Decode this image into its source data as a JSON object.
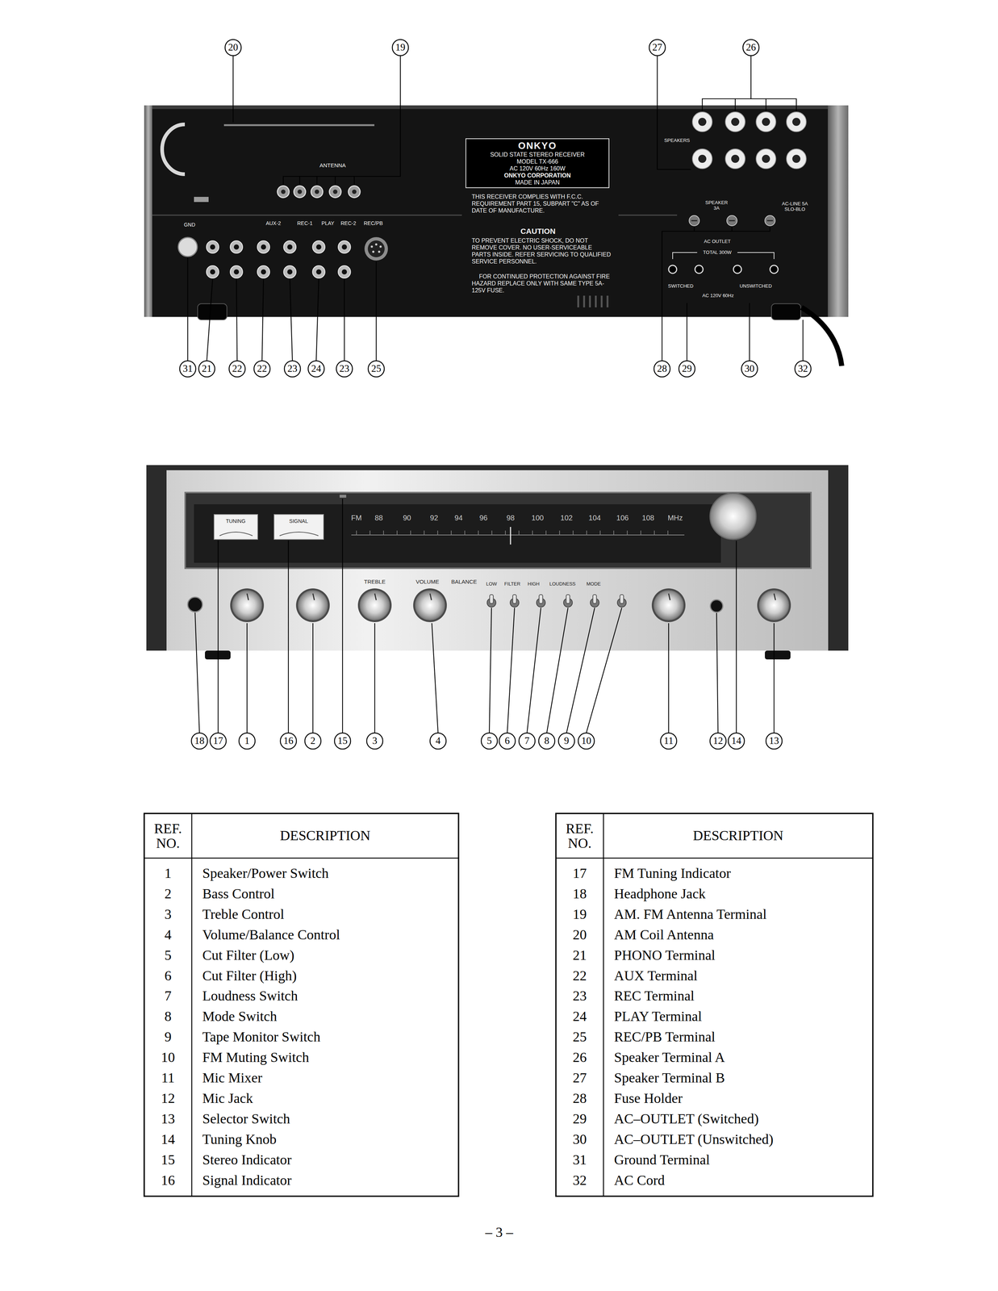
{
  "diagram": {
    "nodes": [
      {
        "text": [
          "ONKYO",
          "SOLID STATE STEREO RECEIVER",
          "MODEL TX-666",
          "AC 120V 60Hz 160W",
          "ONKYO CORPORATION",
          "MADE IN JAPAN"
        ]
      }
    ],
    "labels": [
      "ANTENNA",
      "THIS RECEIVER COMPLIES WITH F.C.C. REQUIREMENT PART 15, SUBPART \"C\" AS OF DATE OF MANUFACTURE.",
      "CAUTION",
      "TO PREVENT ELECTRIC SHOCK, DO NOT REMOVE COVER. NO USER-SERVICEABLE PARTS INSIDE. REFER SERVICING TO QUALIFIED SERVICE PERSONNEL.",
      "FOR CONTINUED PROTECTION AGAINST FIRE HAZARD REPLACE ONLY WITH SAME TYPE 5A-125V FUSE.",
      "GND",
      "AUX-2",
      "REC-1",
      "PLAY",
      "REC-2",
      "REC/PB",
      "SPEAKERS",
      "SPEAKER 3A",
      "AC-LINE 5A SLO-BLO",
      "AC OUTLET",
      "TOTAL 300W",
      "SWITCHED",
      "UNSWITCHED",
      "AC 120V 60Hz",
      "FM",
      "88",
      "90",
      "92",
      "94",
      "96",
      "98",
      "100",
      "102",
      "104",
      "106",
      "108",
      "MHz",
      "TUNING",
      "SIGNAL",
      "TREBLE",
      "VOLUME",
      "BALANCE",
      "LOW",
      "FILTER",
      "HIGH",
      "LOUDNESS",
      "MODE",
      "20",
      "19",
      "27",
      "26",
      "31",
      "21",
      "22",
      "22",
      "23",
      "24",
      "23",
      "25",
      "28",
      "29",
      "30",
      "32",
      "18",
      "17",
      "1",
      "16",
      "2",
      "15",
      "3",
      "4",
      "5",
      "6",
      "7",
      "8",
      "9",
      "10",
      "11",
      "12",
      "14",
      "13",
      "REF. NO.",
      "DESCRIPTION",
      "1",
      "Speaker/Power Switch",
      "2",
      "Bass Control",
      "3",
      "Treble Control",
      "4",
      "Volume/Balance Control",
      "5",
      "Cut Filter (Low)",
      "6",
      "Cut Filter (High)",
      "7",
      "Loudness Switch",
      "8",
      "Mode Switch",
      "9",
      "Tape Monitor Switch",
      "10",
      "FM Muting Switch",
      "11",
      "Mic Mixer",
      "12",
      "Mic Jack",
      "13",
      "Selector Switch",
      "14",
      "Tuning Knob",
      "15",
      "Stereo Indicator",
      "16",
      "Signal Indicator",
      "REF. NO.",
      "DESCRIPTION",
      "17",
      "FM Tuning Indicator",
      "18",
      "Headphone Jack",
      "19",
      "AM. FM Antenna Terminal",
      "20",
      "AM Coil Antenna",
      "21",
      "PHONO Terminal",
      "22",
      "AUX Terminal",
      "23",
      "REC Terminal",
      "24",
      "PLAY Terminal",
      "25",
      "REC/PB Terminal",
      "26",
      "Speaker Terminal A",
      "27",
      "Speaker Terminal B",
      "28",
      "Fuse Holder",
      "29",
      "AC–OUTLET (Switched)",
      "30",
      "AC–OUTLET (Unswitched)",
      "31",
      "Ground Terminal",
      "32",
      "AC Cord",
      "– 3 –"
    ]
  }
}
